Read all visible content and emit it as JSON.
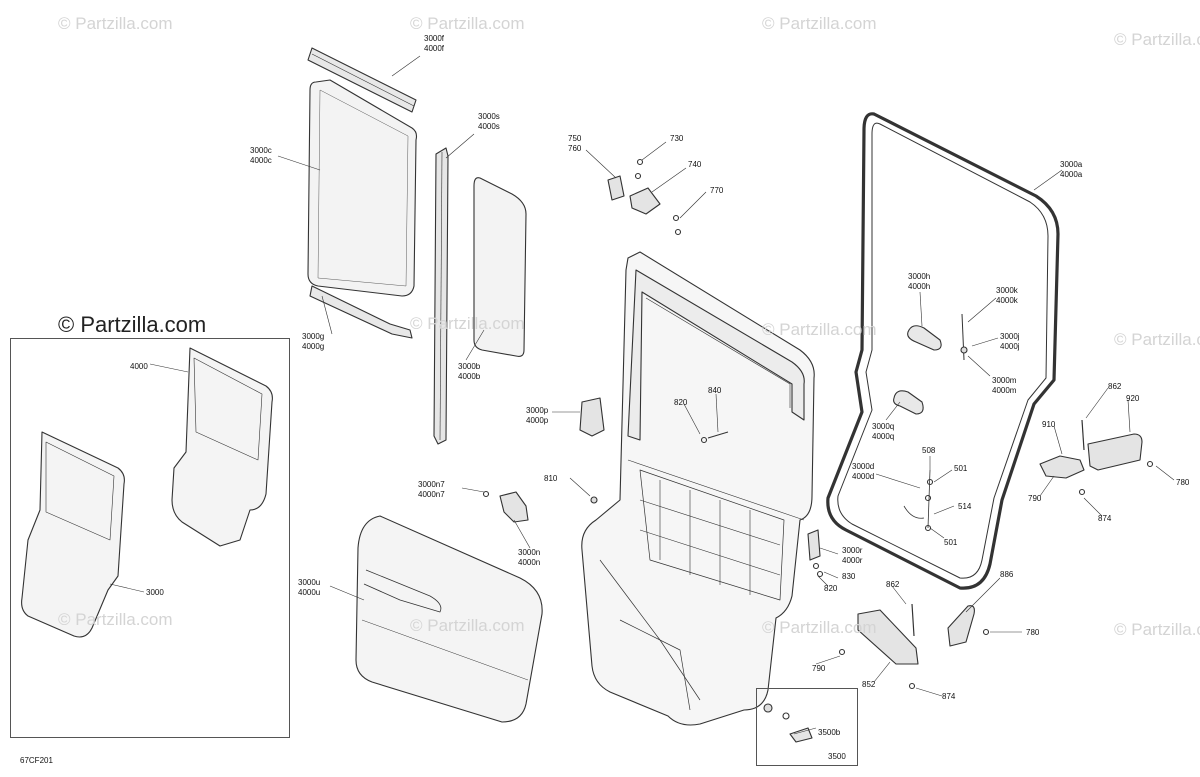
{
  "watermarks": {
    "text": "© Partzilla.com",
    "inset_text": "© Partzilla.com"
  },
  "diagram_code": "67CF201",
  "labels": {
    "l3000f": [
      "3000f",
      "4000f"
    ],
    "l3000c": [
      "3000c",
      "4000c"
    ],
    "l3000s": [
      "3000s",
      "4000s"
    ],
    "l3000g": [
      "3000g",
      "4000g"
    ],
    "l3000b": [
      "3000b",
      "4000b"
    ],
    "l750": [
      "750",
      "760"
    ],
    "l730": [
      "730"
    ],
    "l740": [
      "740"
    ],
    "l770": [
      "770"
    ],
    "l3000a": [
      "3000a",
      "4000a"
    ],
    "l3000h": [
      "3000h",
      "4000h"
    ],
    "l3000k": [
      "3000k",
      "4000k"
    ],
    "l3000j": [
      "3000j",
      "4000j"
    ],
    "l3000m": [
      "3000m",
      "4000m"
    ],
    "l3000q": [
      "3000q",
      "4000q"
    ],
    "l3000d": [
      "3000d",
      "4000d"
    ],
    "l508": [
      "508"
    ],
    "l501a": [
      "501"
    ],
    "l514": [
      "514"
    ],
    "l501b": [
      "501"
    ],
    "l862a": [
      "862"
    ],
    "l920": [
      "920"
    ],
    "l910": [
      "910"
    ],
    "l780a": [
      "780"
    ],
    "l790a": [
      "790"
    ],
    "l874a": [
      "874"
    ],
    "l840": [
      "840"
    ],
    "l820a": [
      "820"
    ],
    "l3000p": [
      "3000p",
      "4000p"
    ],
    "l810": [
      "810"
    ],
    "l3000n7": [
      "3000n7",
      "4000n7"
    ],
    "l3000n": [
      "3000n",
      "4000n"
    ],
    "l3000u": [
      "3000u",
      "4000u"
    ],
    "l3000r": [
      "3000r",
      "4000r"
    ],
    "l830": [
      "830"
    ],
    "l820b": [
      "820"
    ],
    "l862b": [
      "862"
    ],
    "l886": [
      "886"
    ],
    "l780b": [
      "780"
    ],
    "l790b": [
      "790"
    ],
    "l852": [
      "852"
    ],
    "l874b": [
      "874"
    ],
    "l3500b": [
      "3500b"
    ],
    "l3500": [
      "3500"
    ],
    "l4000": [
      "4000"
    ],
    "l3000": [
      "3000"
    ]
  }
}
